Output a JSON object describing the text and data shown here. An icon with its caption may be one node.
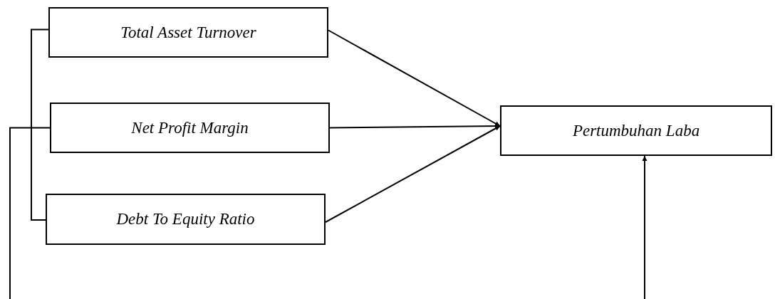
{
  "diagram": {
    "nodes": [
      {
        "text": [
          "Total Asset Turnover"
        ]
      },
      {
        "text": [
          "Net Profit Margin"
        ]
      },
      {
        "text": [
          "Debt To Equity Ratio"
        ]
      },
      {
        "text": [
          "Pertumbuhan Laba"
        ]
      }
    ],
    "edges": [
      {
        "from": 0,
        "to": 3,
        "arrow": "to"
      },
      {
        "from": 1,
        "to": 3,
        "arrow": "to"
      },
      {
        "from": 2,
        "to": 3,
        "arrow": "to"
      },
      {
        "from": 0,
        "to": 2,
        "arrow": "none"
      },
      {
        "from": 1,
        "to": 3,
        "arrow": "to"
      }
    ]
  }
}
